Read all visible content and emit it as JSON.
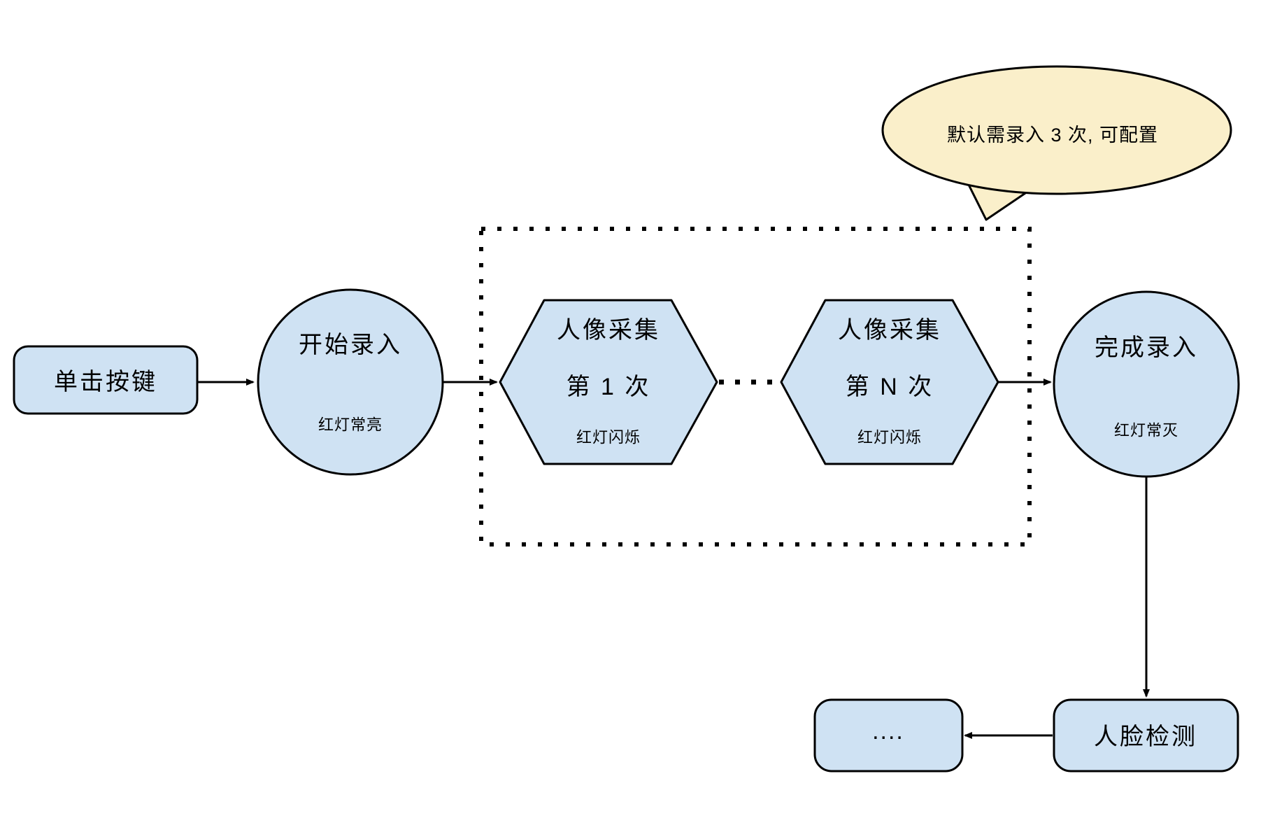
{
  "diagram": {
    "type": "flowchart",
    "nodes": {
      "click_button": {
        "label": "单击按键"
      },
      "start_entry": {
        "label": "开始录入",
        "sublabel": "红灯常亮"
      },
      "capture_first": {
        "label": "人像采集",
        "label2": "第 1 次",
        "sublabel": "红灯闪烁"
      },
      "capture_nth": {
        "label": "人像采集",
        "label2": "第 N 次",
        "sublabel": "红灯闪烁"
      },
      "finish_entry": {
        "label": "完成录入",
        "sublabel": "红灯常灭"
      },
      "face_detection": {
        "label": "人脸检测"
      },
      "ellipsis_box": {
        "label": "...."
      }
    },
    "callout": {
      "text": "默认需录入 3 次, 可配置"
    },
    "colors": {
      "node_fill": "#cfe2f3",
      "node_stroke": "#000000",
      "callout_fill": "#faefca",
      "background": "#ffffff"
    }
  }
}
